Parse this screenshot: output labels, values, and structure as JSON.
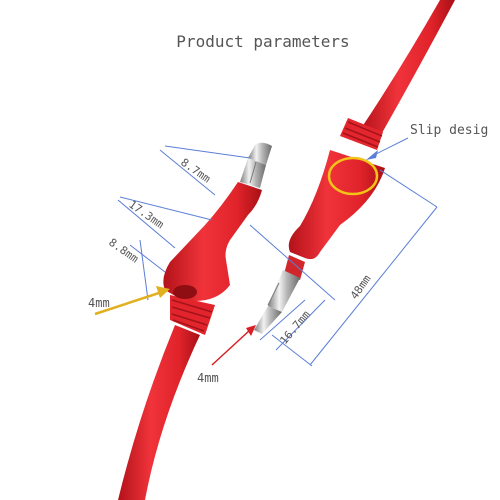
{
  "title": "Product parameters",
  "annotations": {
    "slip_design": "Slip desig",
    "dim_8_7": "8.7mm",
    "dim_17_3": "17.3mm",
    "dim_8_8": "8.8mm",
    "dim_4mm_left": "4mm",
    "dim_4mm_bottom": "4mm",
    "dim_16_7": "16.7mm",
    "dim_48": "48mm"
  },
  "colors": {
    "cable_red": "#e8262c",
    "cable_dark": "#b8141b",
    "metal": "#c9c9c9",
    "dim_line": "#5b7fd6",
    "arrow_yellow": "#e0b020",
    "arrow_red": "#d81f25",
    "highlight_circle": "#f2c318"
  }
}
